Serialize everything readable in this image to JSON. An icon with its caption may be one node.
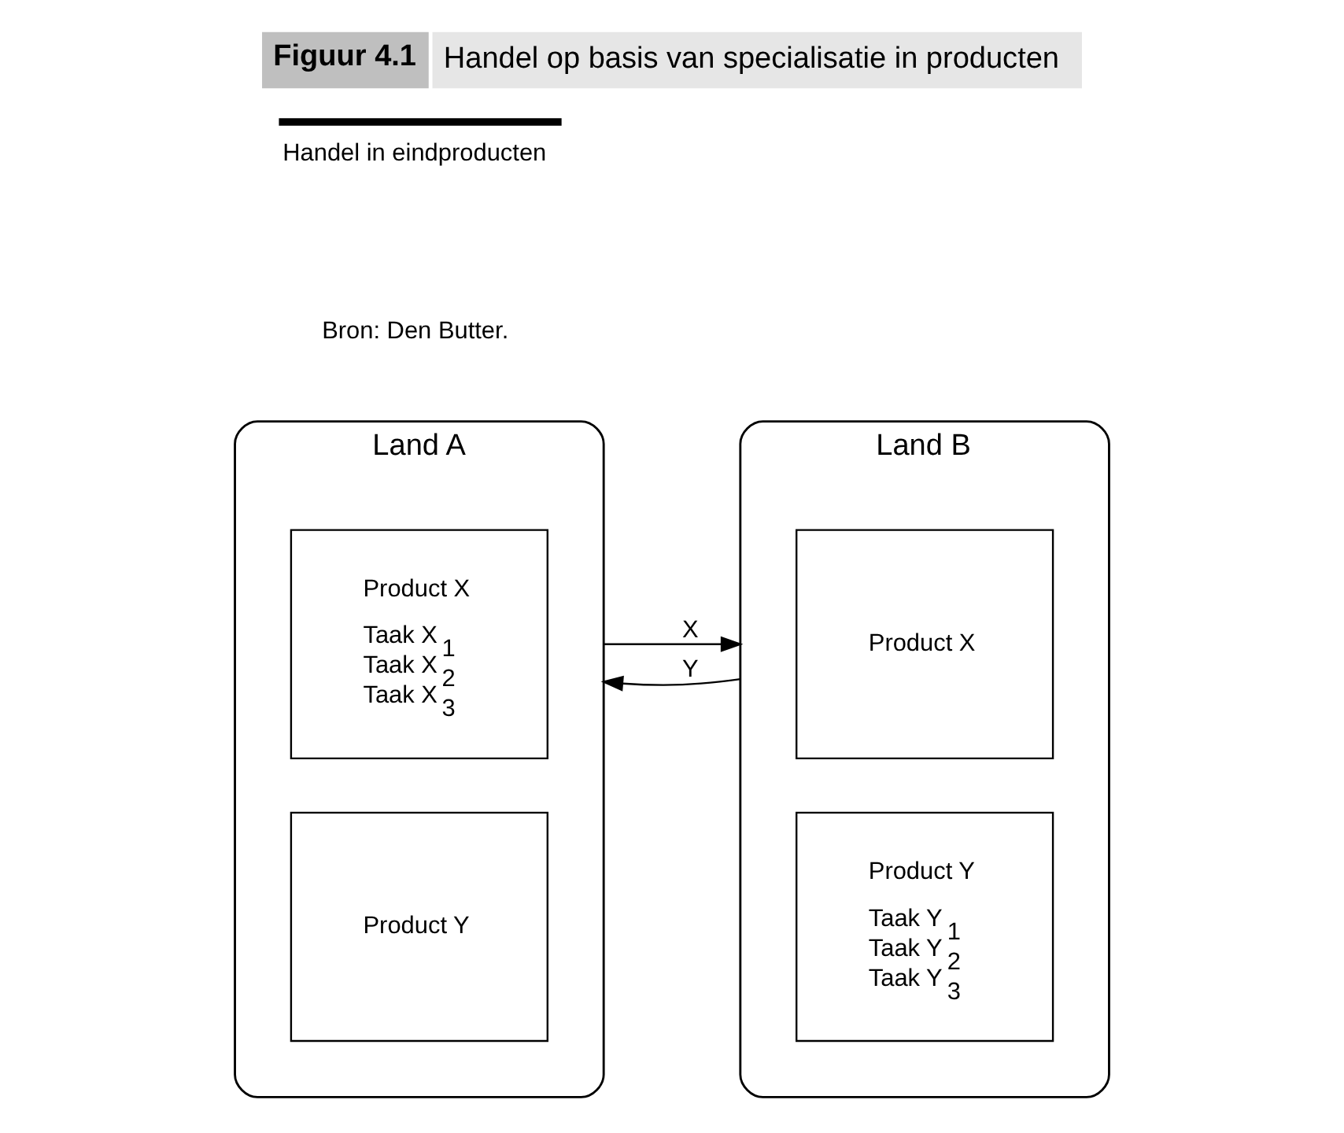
{
  "diagram": {
    "title": "Handel op basis van specialisatie in producten",
    "caption": "Bron: Den Butter.",
    "nodes": [
      {
        "text": [
          "Land A"
        ]
      },
      {
        "text": [
          "Product X",
          "Taak X$_{1}$",
          "Taak X$_{2}$",
          "Taak X$_{3}$"
        ],
        "in": 0
      },
      {
        "text": [
          "Product Y"
        ],
        "in": 0
      },
      {
        "text": [
          "Land B"
        ]
      },
      {
        "text": [
          "Product X"
        ],
        "in": 3
      },
      {
        "text": [
          "Product Y",
          "Taak Y$_{1}$",
          "Taak Y$_{2}$",
          "Taak Y$_{3}$"
        ],
        "in": 3
      }
    ],
    "edges": [
      {
        "from": 0,
        "to": 3,
        "arrow": "to",
        "label": "X"
      },
      {
        "from": 3,
        "to": 0,
        "arrow": "to",
        "label": "Y"
      }
    ],
    "labels": [
      "Figuur 4.1"
    ],
    "legend": [
      {
        "text": "Handel in eindproducten"
      }
    ]
  }
}
